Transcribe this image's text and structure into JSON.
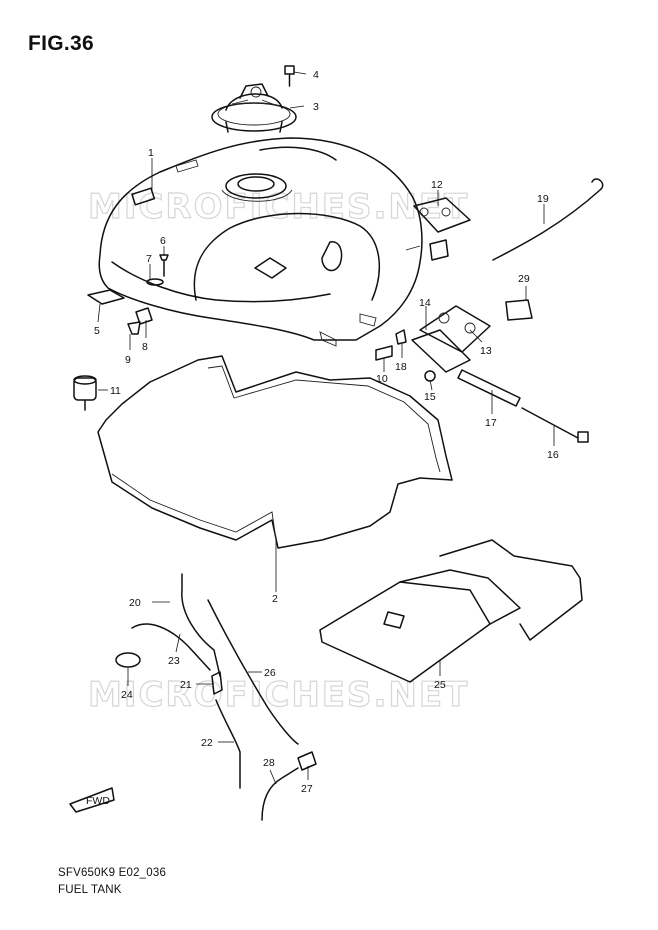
{
  "figure": {
    "title": "FIG.36",
    "code": "SFV650K9 E02_036",
    "name": "FUEL TANK",
    "watermark": "MICROFICHES.NET",
    "fwd_label": "FWD"
  },
  "callouts": [
    {
      "id": "1",
      "label": "1"
    },
    {
      "id": "2",
      "label": "2"
    },
    {
      "id": "3",
      "label": "3"
    },
    {
      "id": "4",
      "label": "4"
    },
    {
      "id": "5",
      "label": "5"
    },
    {
      "id": "6",
      "label": "6"
    },
    {
      "id": "7",
      "label": "7"
    },
    {
      "id": "8",
      "label": "8"
    },
    {
      "id": "9",
      "label": "9"
    },
    {
      "id": "10",
      "label": "10"
    },
    {
      "id": "11",
      "label": "11"
    },
    {
      "id": "12",
      "label": "12"
    },
    {
      "id": "13",
      "label": "13"
    },
    {
      "id": "14",
      "label": "14"
    },
    {
      "id": "15",
      "label": "15"
    },
    {
      "id": "16",
      "label": "16"
    },
    {
      "id": "17",
      "label": "17"
    },
    {
      "id": "18",
      "label": "18"
    },
    {
      "id": "19",
      "label": "19"
    },
    {
      "id": "20",
      "label": "20"
    },
    {
      "id": "21",
      "label": "21"
    },
    {
      "id": "22",
      "label": "22"
    },
    {
      "id": "23",
      "label": "23"
    },
    {
      "id": "24",
      "label": "24"
    },
    {
      "id": "25",
      "label": "25"
    },
    {
      "id": "26",
      "label": "26"
    },
    {
      "id": "27",
      "label": "27"
    },
    {
      "id": "28",
      "label": "28"
    },
    {
      "id": "29",
      "label": "29"
    }
  ]
}
